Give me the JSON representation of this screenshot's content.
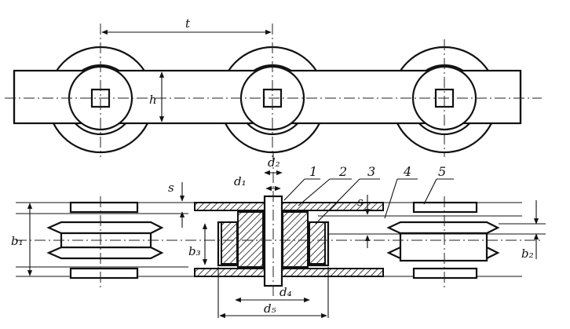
{
  "dimensions": {
    "t": "t",
    "h": "h",
    "d2": "d₂",
    "d1": "d₁",
    "s_left": "s",
    "s_right": "s",
    "b1": "b₁",
    "b3": "b₃",
    "d4": "d₄",
    "d5": "d₅",
    "b2": "b₂"
  },
  "part_numbers": [
    "1",
    "2",
    "3",
    "4",
    "5"
  ]
}
